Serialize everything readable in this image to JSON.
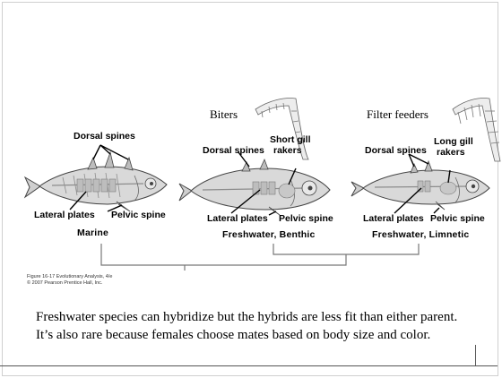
{
  "headers": {
    "biters": "Biters",
    "filter_feeders": "Filter feeders"
  },
  "marine": {
    "dorsal": "Dorsal spines",
    "lateral": "Lateral plates",
    "pelvic": "Pelvic spine",
    "group": "Marine"
  },
  "benthic": {
    "dorsal": "Dorsal spines",
    "gill_line1": "Short gill",
    "gill_line2": "rakers",
    "lateral": "Lateral plates",
    "pelvic": "Pelvic spine",
    "group": "Freshwater, Benthic"
  },
  "limnetic": {
    "dorsal": "Dorsal spines",
    "gill_line1": "Long gill",
    "gill_line2": "rakers",
    "lateral": "Lateral plates",
    "pelvic": "Pelvic spine",
    "group": "Freshwater, Limnetic"
  },
  "credit": {
    "line1": "Figure 16-17  Evolutionary Analysis, 4/e",
    "line2": "© 2007 Pearson Prentice Hall, Inc."
  },
  "caption": "Freshwater species can hybridize but the hybrids are less fit than either parent.  It’s also rare because females choose mates based on body size and color.",
  "colors": {
    "fish_body": "#d9d9d9",
    "fish_outline": "#444444",
    "skeleton": "#8c8c8c",
    "bracket": "#777777"
  }
}
